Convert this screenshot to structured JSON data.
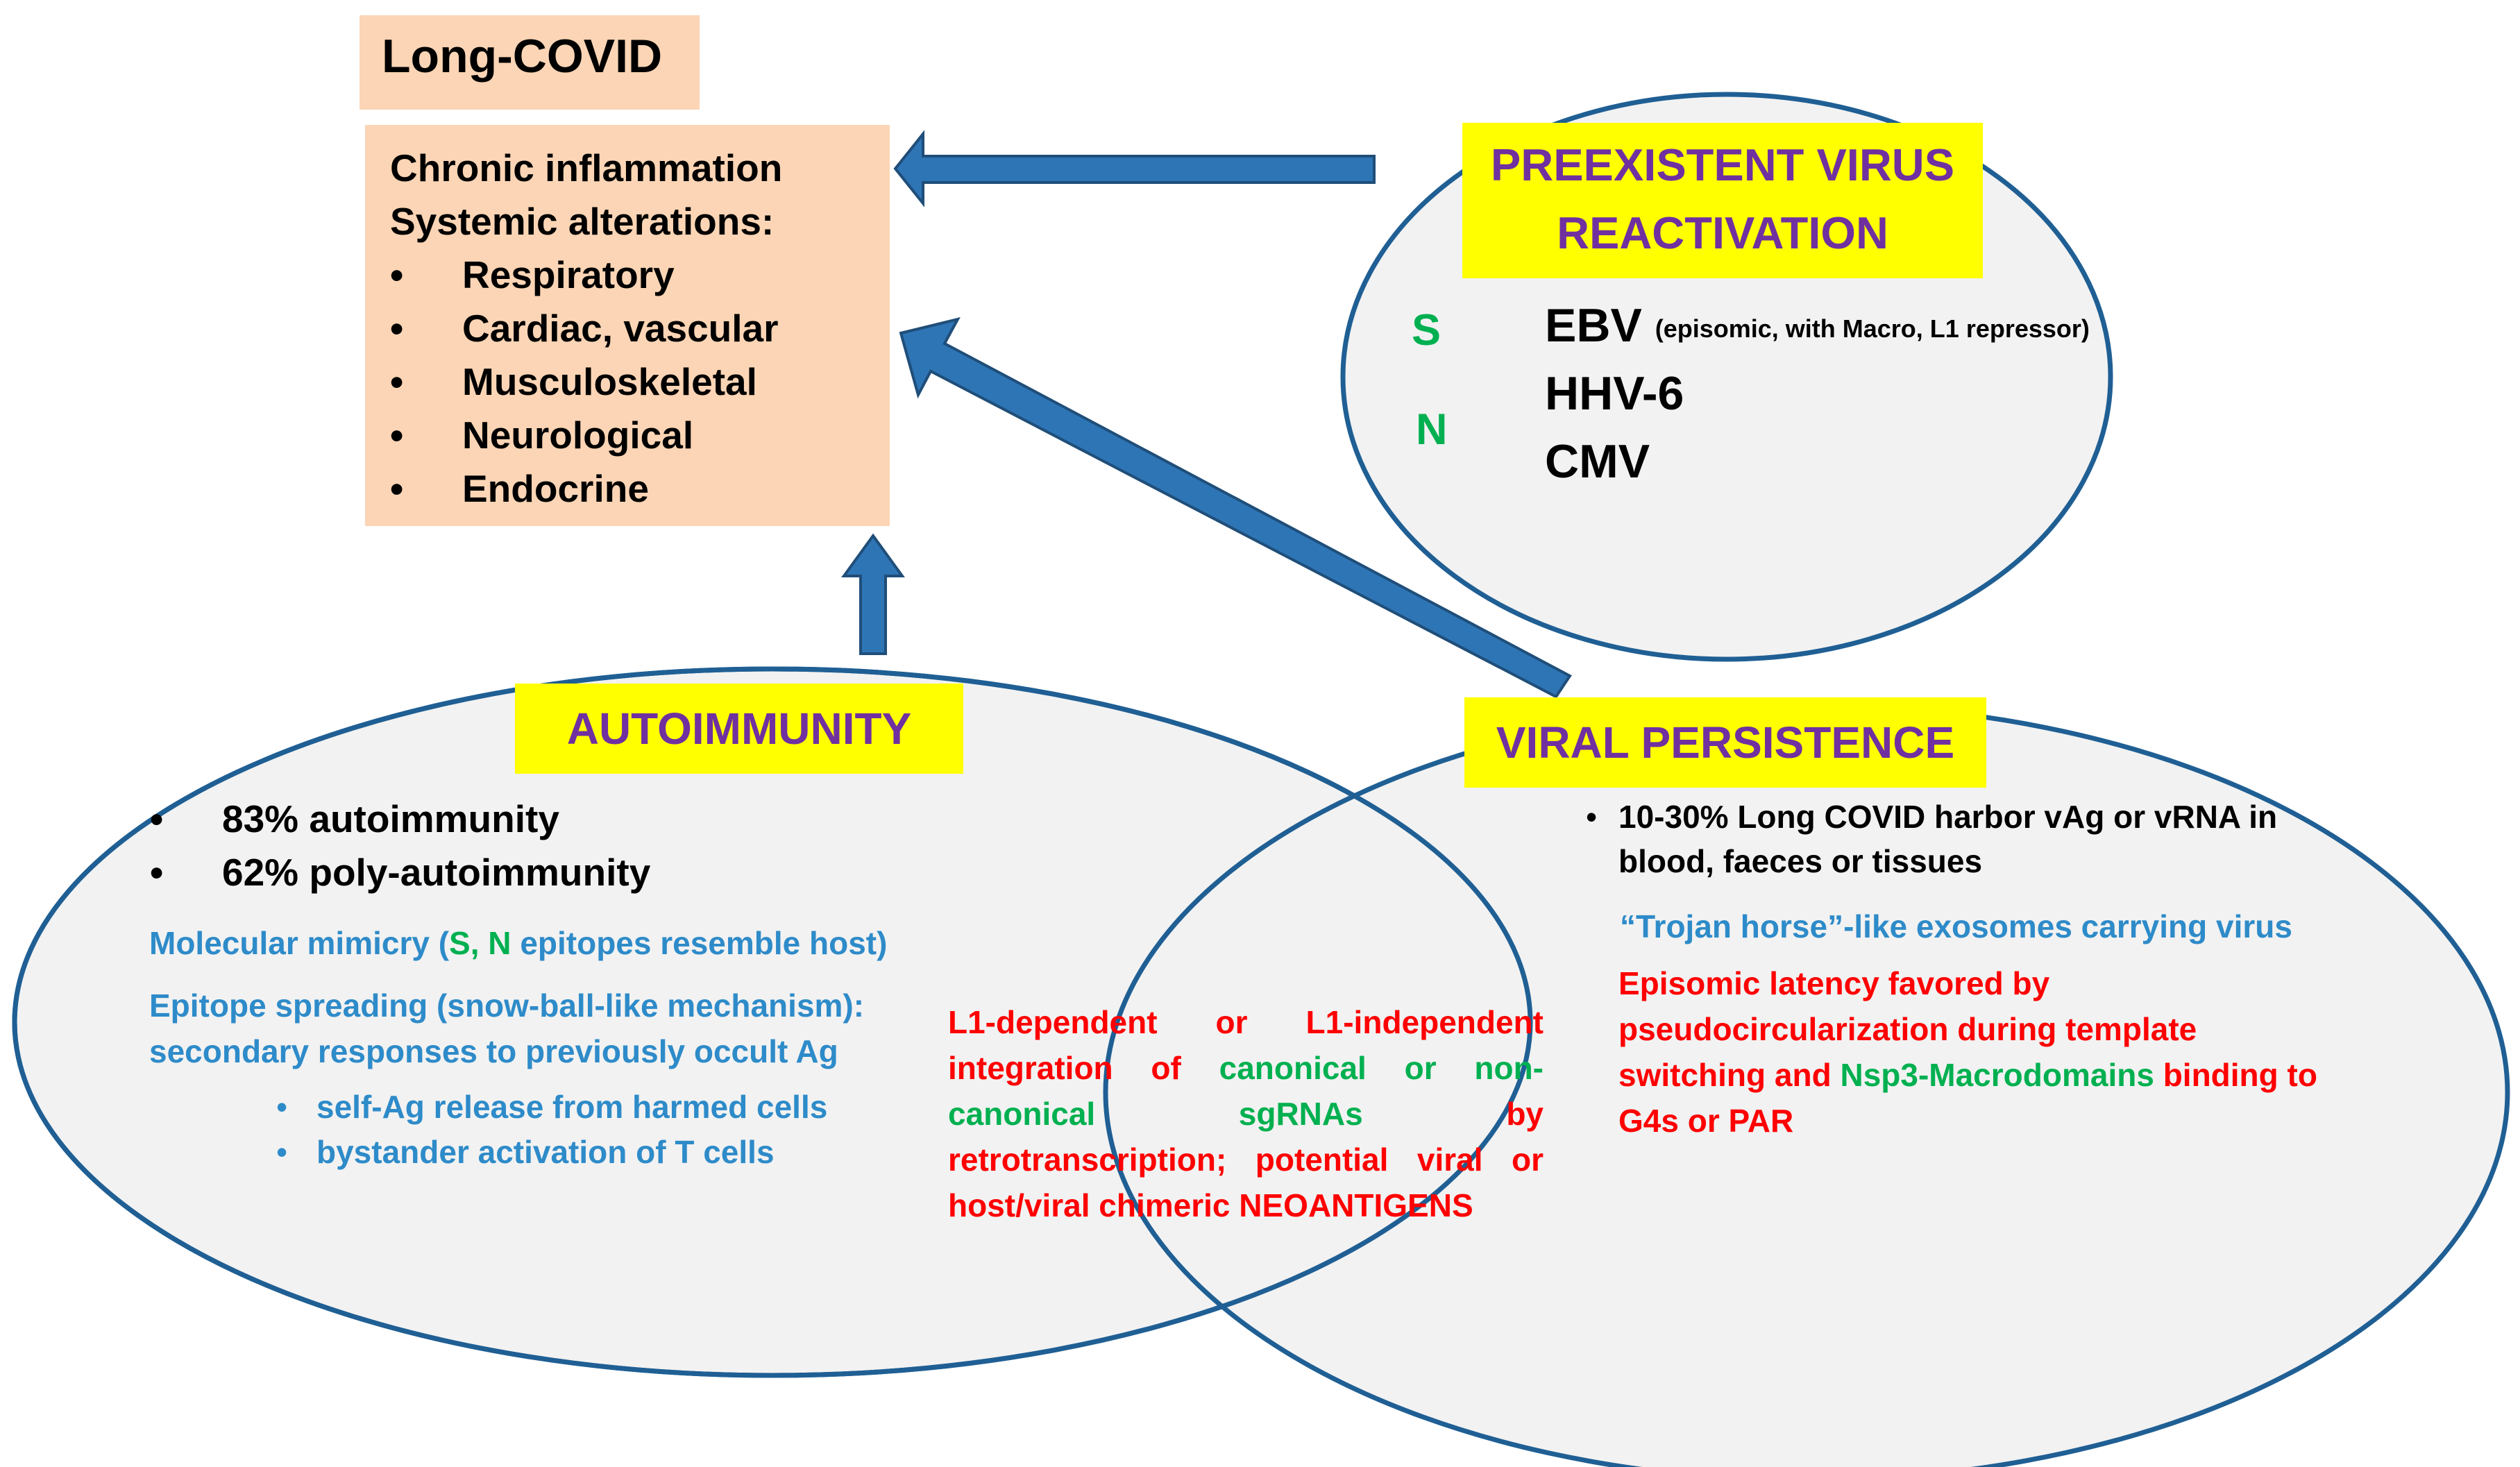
{
  "long_covid": {
    "title": "Long-COVID",
    "line1": "Chronic inflammation",
    "line2": "Systemic alterations:",
    "systems": [
      "Respiratory",
      "Cardiac, vascular",
      "Musculoskeletal",
      "Neurological",
      "Endocrine"
    ]
  },
  "reactivation": {
    "title_line1": "PREEXISTENT VIRUS",
    "title_line2": "REACTIVATION",
    "markers": [
      "S",
      "N"
    ],
    "viruses": [
      {
        "name": "EBV",
        "note": "(episomic, with Macro, L1 repressor)"
      },
      {
        "name": "HHV-6",
        "note": ""
      },
      {
        "name": "CMV",
        "note": ""
      }
    ]
  },
  "autoimmunity": {
    "title": "AUTOIMMUNITY",
    "stats": [
      "83% autoimmunity",
      "62% poly-autoimmunity"
    ],
    "mimicry_pre": "Molecular mimicry (",
    "mimicry_s": "S,",
    "mimicry_n": "N",
    "mimicry_post": "epitopes resemble host)",
    "spreading_line1": "Epitope spreading (snow-ball-like mechanism):",
    "spreading_line2": "secondary responses to previously occult  Ag",
    "sub_items": [
      "self-Ag release from harmed cells",
      "bystander activation of T cells"
    ]
  },
  "overlap": {
    "p1": "L1-dependent or L1-independent integration of",
    "p2": "canonical or non-canonical sgRNAs",
    "p3": "by retrotranscription; potential viral or host/viral chimeric NEOANTIGENS"
  },
  "persistence": {
    "title": "VIRAL PERSISTENCE",
    "stat_line1": "10-30% Long COVID harbor vAg or vRNA in",
    "stat_line2": "blood,  faeces or tissues",
    "trojan": "“Trojan horse”-like exosomes carrying virus",
    "latency_line1": "Episomic latency favored by",
    "latency_line2": "pseudocircularization during template",
    "latency_line3_a": "switching and",
    "latency_line3_b": "Nsp3-Macrodomains",
    "latency_line3_c": "binding to",
    "latency_line4": "G4s or PAR"
  },
  "colors": {
    "box_fill": "#fbd5b5",
    "ellipse_fill": "#f2f2f2",
    "ellipse_stroke": "#1f5f94",
    "arrow": "#2e75b6",
    "yellow": "#ffff00",
    "purple": "#7030a0",
    "green": "#00b050",
    "blue": "#2e8bc9",
    "red": "#ff0000"
  }
}
